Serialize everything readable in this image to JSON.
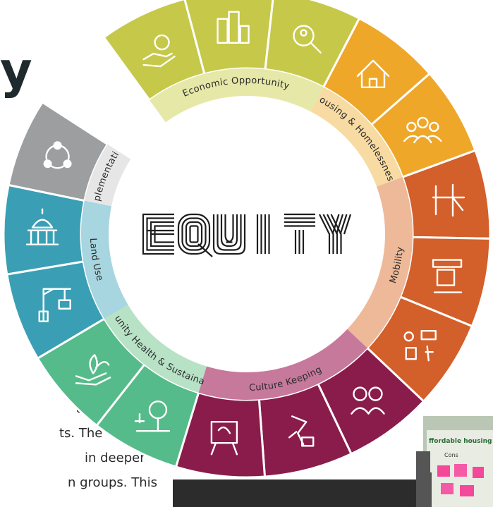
{
  "heading_fragment": "y",
  "center_word": "EQUITY",
  "body_text_lines": [
    "ally",
    "ts. The",
    "in deeper",
    "n groups. This"
  ],
  "photo": {
    "board_title": "ffordable housing and wo",
    "column_label": "Cons"
  },
  "sectors": [
    {
      "label": "Economic Opportunity",
      "color": "#c6c84a",
      "light": "#e6e8a8",
      "icons": [
        "money-hand-icon",
        "city-buildings-icon",
        "magnifier-person-icon"
      ]
    },
    {
      "label": "Housing & Homelessness",
      "color": "#efa72a",
      "light": "#f8dba2",
      "icons": [
        "houses-icon",
        "community-group-icon"
      ]
    },
    {
      "label": "Mobility",
      "color": "#d35f2a",
      "light": "#eeb998",
      "icons": [
        "transit-network-icon",
        "bus-stop-icon",
        "multimodal-transport-icon"
      ]
    },
    {
      "label": "Culture Keeping",
      "color": "#8a1c4b",
      "light": "#c7799c",
      "icons": [
        "people-talking-icon",
        "dancer-drum-icon",
        "easel-art-icon"
      ]
    },
    {
      "label": "Community Health & Sustainability",
      "color": "#56bb8a",
      "light": "#b7e2c6",
      "icons": [
        "park-trees-icon",
        "hand-plant-icon"
      ]
    },
    {
      "label": "Land Use",
      "color": "#3a9fb4",
      "light": "#a7d5e0",
      "icons": [
        "construction-crane-icon",
        "capitol-building-icon"
      ]
    },
    {
      "label": "Implementation",
      "color": "#9c9ea0",
      "light": "#e6e6e6",
      "icons": [
        "cycle-network-icon"
      ]
    }
  ]
}
